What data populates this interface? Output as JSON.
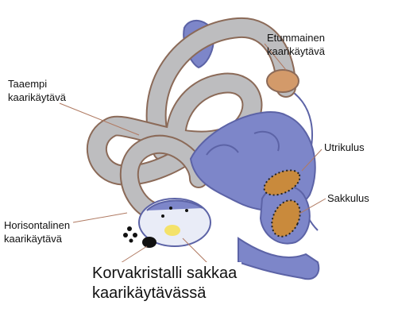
{
  "labels": {
    "anterior_canal": [
      "Etummainen",
      "kaarikäytävä"
    ],
    "posterior_canal": [
      "Taaempi",
      "kaarikäytävä"
    ],
    "utricle": "Utrikulus",
    "saccule": "Sakkulus",
    "horizontal_canal": [
      "Horisontalinen",
      "kaarikäytävä"
    ],
    "caption": [
      "Korvakristalli sakkaa",
      "kaarikäytävässä"
    ]
  },
  "colors": {
    "canal_fill": "#bdbdbf",
    "canal_edge": "#8b6a58",
    "sac_fill": "#7d86c9",
    "sac_dark": "#5c63a6",
    "macula": "#c98a3c",
    "crystal": "#111111",
    "leader": "#b07a62"
  }
}
